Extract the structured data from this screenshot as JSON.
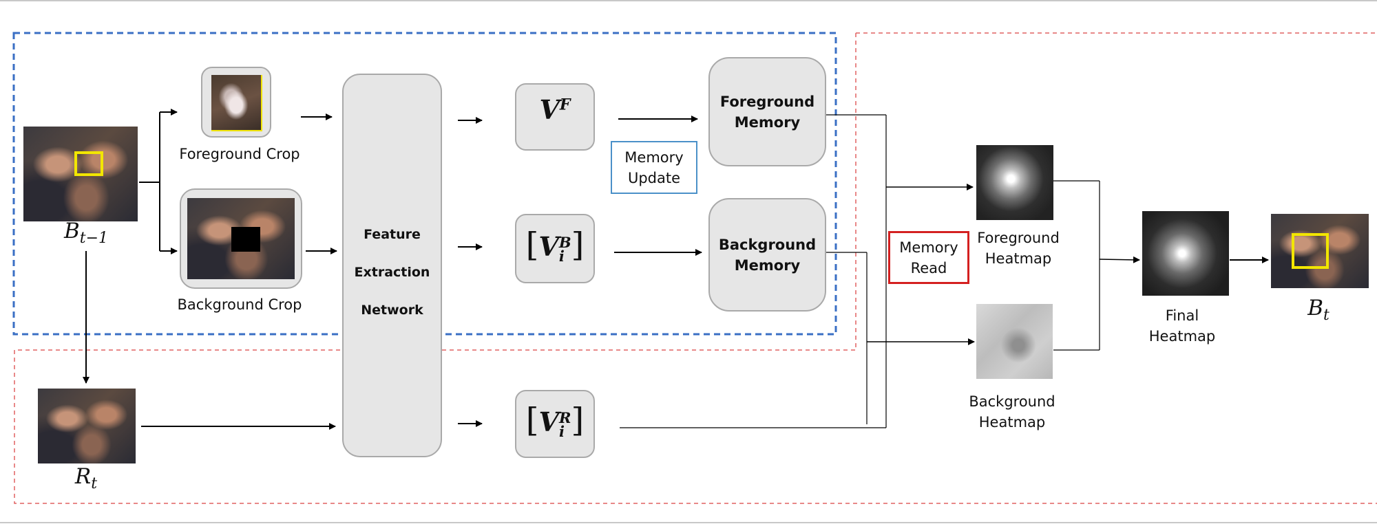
{
  "labels": {
    "foreground_crop": "Foreground Crop",
    "background_crop": "Background Crop",
    "feature_line1": "Feature",
    "feature_line2": "Extraction",
    "feature_line3": "Network",
    "vf_base": "V",
    "vf_sup": "F",
    "vb_base": "V",
    "vb_sup": "B",
    "vb_sub": "i",
    "vr_base": "V",
    "vr_sup": "R",
    "vr_sub": "i",
    "memory_update_l1": "Memory",
    "memory_update_l2": "Update",
    "fg_memory_l1": "Foreground",
    "fg_memory_l2": "Memory",
    "bg_memory_l1": "Background",
    "bg_memory_l2": "Memory",
    "memory_read_l1": "Memory",
    "memory_read_l2": "Read",
    "fg_heatmap_l1": "Foreground",
    "fg_heatmap_l2": "Heatmap",
    "bg_heatmap_l1": "Background",
    "bg_heatmap_l2": "Heatmap",
    "final_heatmap_l1": "Final",
    "final_heatmap_l2": "Heatmap",
    "b_prev_base": "B",
    "b_prev_sub": "t−1",
    "b_t_base": "B",
    "b_t_sub": "t",
    "r_t_base": "R",
    "r_t_sub": "t"
  },
  "colors": {
    "blue_dashed": "#3a6fc4",
    "red_dashed": "#e06060",
    "memory_update_border": "#4a90c8",
    "memory_read_border": "#d42020",
    "box_fill": "#e6e6e6",
    "box_border": "#a9a9a9",
    "bbox_yellow": "#f2e600"
  }
}
